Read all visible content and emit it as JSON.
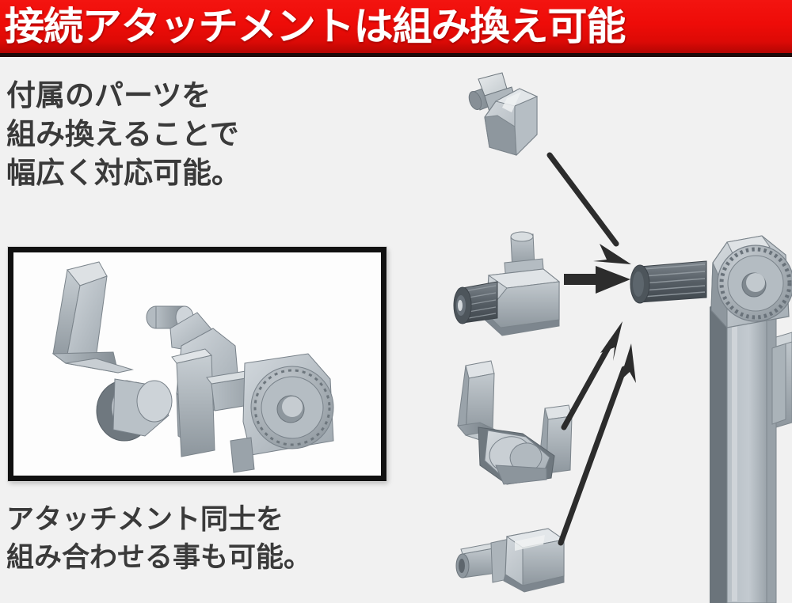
{
  "banner": {
    "title": "接続アタッチメントは組み換え可能",
    "bg_color": "#ee0c08",
    "text_color": "#ffffff",
    "border_color": "#1d0a09"
  },
  "copy": {
    "top": "付属のパーツを\n組み換えることで\n幅広く対応可能。",
    "bottom": "アタッチメント同士を\n組み合わせる事も可能。",
    "text_color": "#3a3a3a"
  },
  "inset_photo": {
    "caption": "",
    "border_color": "#111111",
    "background_color": "#ffffff",
    "description": "組み合わせたアタッチメントの作例"
  },
  "palette": {
    "part_light": "#c3c9ce",
    "part_mid": "#a9b1b8",
    "part_dark": "#7d868e",
    "part_shadow": "#5e666d",
    "part_deep": "#4a5157",
    "highlight": "#e3e7ea",
    "outline": "#6a7279",
    "arrow": "#2c2c2c",
    "page_bg": "#f1f1f1",
    "scene_bg": "#fbfbfb"
  },
  "parts": [
    {
      "id": "part-wedge-angled",
      "name": "角度付きアタッチメント",
      "arrow": "diagonal-down-right"
    },
    {
      "id": "part-l-joint",
      "name": "L字ジョイントアタッチメント",
      "arrow": "horizontal-right"
    },
    {
      "id": "part-claw-fork",
      "name": "クロー(二又)アタッチメント",
      "arrow": "diagonal-up-right"
    },
    {
      "id": "part-box-peg",
      "name": "ボックスジョイントアタッチメント",
      "arrow": "diagonal-up-right-long"
    }
  ],
  "main_arm": {
    "id": "main-arm",
    "name": "本体アーム",
    "joint_name": "ラチェットジョイント",
    "connector_name": "接続軸"
  },
  "arrows": [
    {
      "id": "arrow-1",
      "from": "part-wedge-angled",
      "to": "main-arm-connector",
      "style": "thin"
    },
    {
      "id": "arrow-2",
      "from": "part-l-joint",
      "to": "main-arm-connector",
      "style": "thick"
    },
    {
      "id": "arrow-3",
      "from": "part-claw-fork",
      "to": "main-arm-connector",
      "style": "thin"
    },
    {
      "id": "arrow-4",
      "from": "part-box-peg",
      "to": "main-arm-connector",
      "style": "thin"
    }
  ]
}
